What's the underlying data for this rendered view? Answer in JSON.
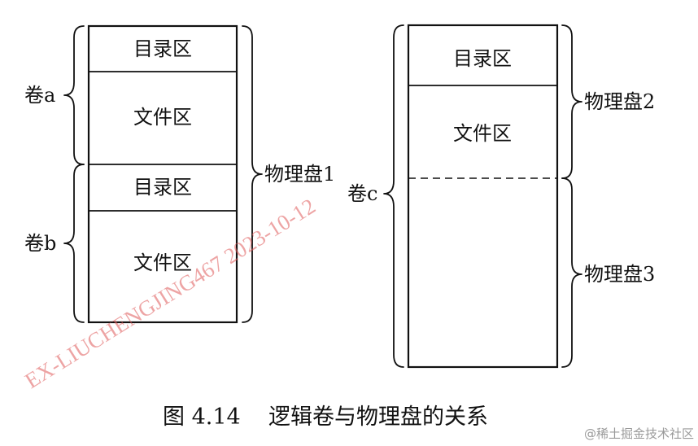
{
  "labels": {
    "dir_area": "目录区",
    "file_area": "文件区",
    "volume_a": "卷a",
    "volume_b": "卷b",
    "volume_c": "卷c",
    "disk1": "物理盘1",
    "disk2": "物理盘2",
    "disk3": "物理盘3"
  },
  "caption": {
    "figure": "图 4.14",
    "title": "逻辑卷与物理盘的关系"
  },
  "watermark": "EX-LIUCHENGJING467 2023-10-12",
  "credit": "@稀土掘金技术社区"
}
